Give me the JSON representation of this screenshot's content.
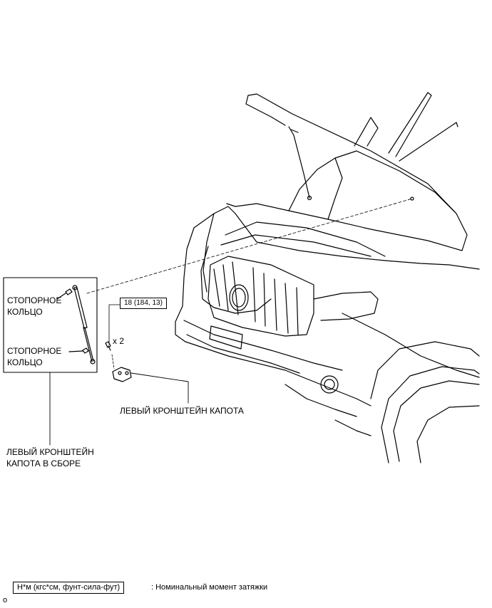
{
  "labels": {
    "stop_ring_top_line1": "СТОПОРНОЕ",
    "stop_ring_top_line2": "КОЛЬЦО",
    "stop_ring_bottom_line1": "СТОПОРНОЕ",
    "stop_ring_bottom_line2": "КОЛЬЦО",
    "left_hood_bracket": "ЛЕВЫЙ КРОНШТЕЙН КАПОТА",
    "left_hood_assembly_line1": "ЛЕВЫЙ КРОНШТЕЙН",
    "left_hood_assembly_line2": "КАПОТА В СБОРЕ",
    "bolt_quantity": "x 2"
  },
  "torque": {
    "value": "18 (184, 13)"
  },
  "legend": {
    "unit_box": "Н*м (кгс*см, фунт-сила-фут)",
    "description": ": Номинальный момент затяжки"
  },
  "footer": {
    "mark": "o"
  }
}
